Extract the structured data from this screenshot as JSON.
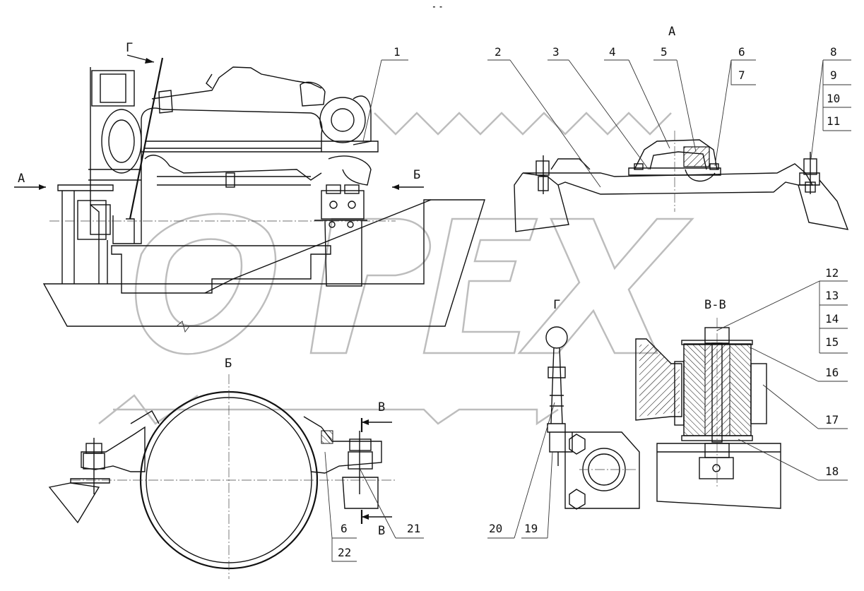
{
  "views": {
    "A": "А",
    "B": "Б",
    "V_section": "В-В",
    "G": "Г"
  },
  "markers": {
    "arrow_A": "А",
    "arrow_B": "Б",
    "arrow_G": "Г",
    "section_V_top": "В",
    "section_V_bottom": "В"
  },
  "callouts": [
    "1",
    "2",
    "3",
    "4",
    "5",
    "6",
    "7",
    "8",
    "9",
    "10",
    "11",
    "12",
    "13",
    "14",
    "15",
    "16",
    "17",
    "18",
    "19",
    "20",
    "21",
    "6",
    "22"
  ],
  "watermark": "OPEX"
}
